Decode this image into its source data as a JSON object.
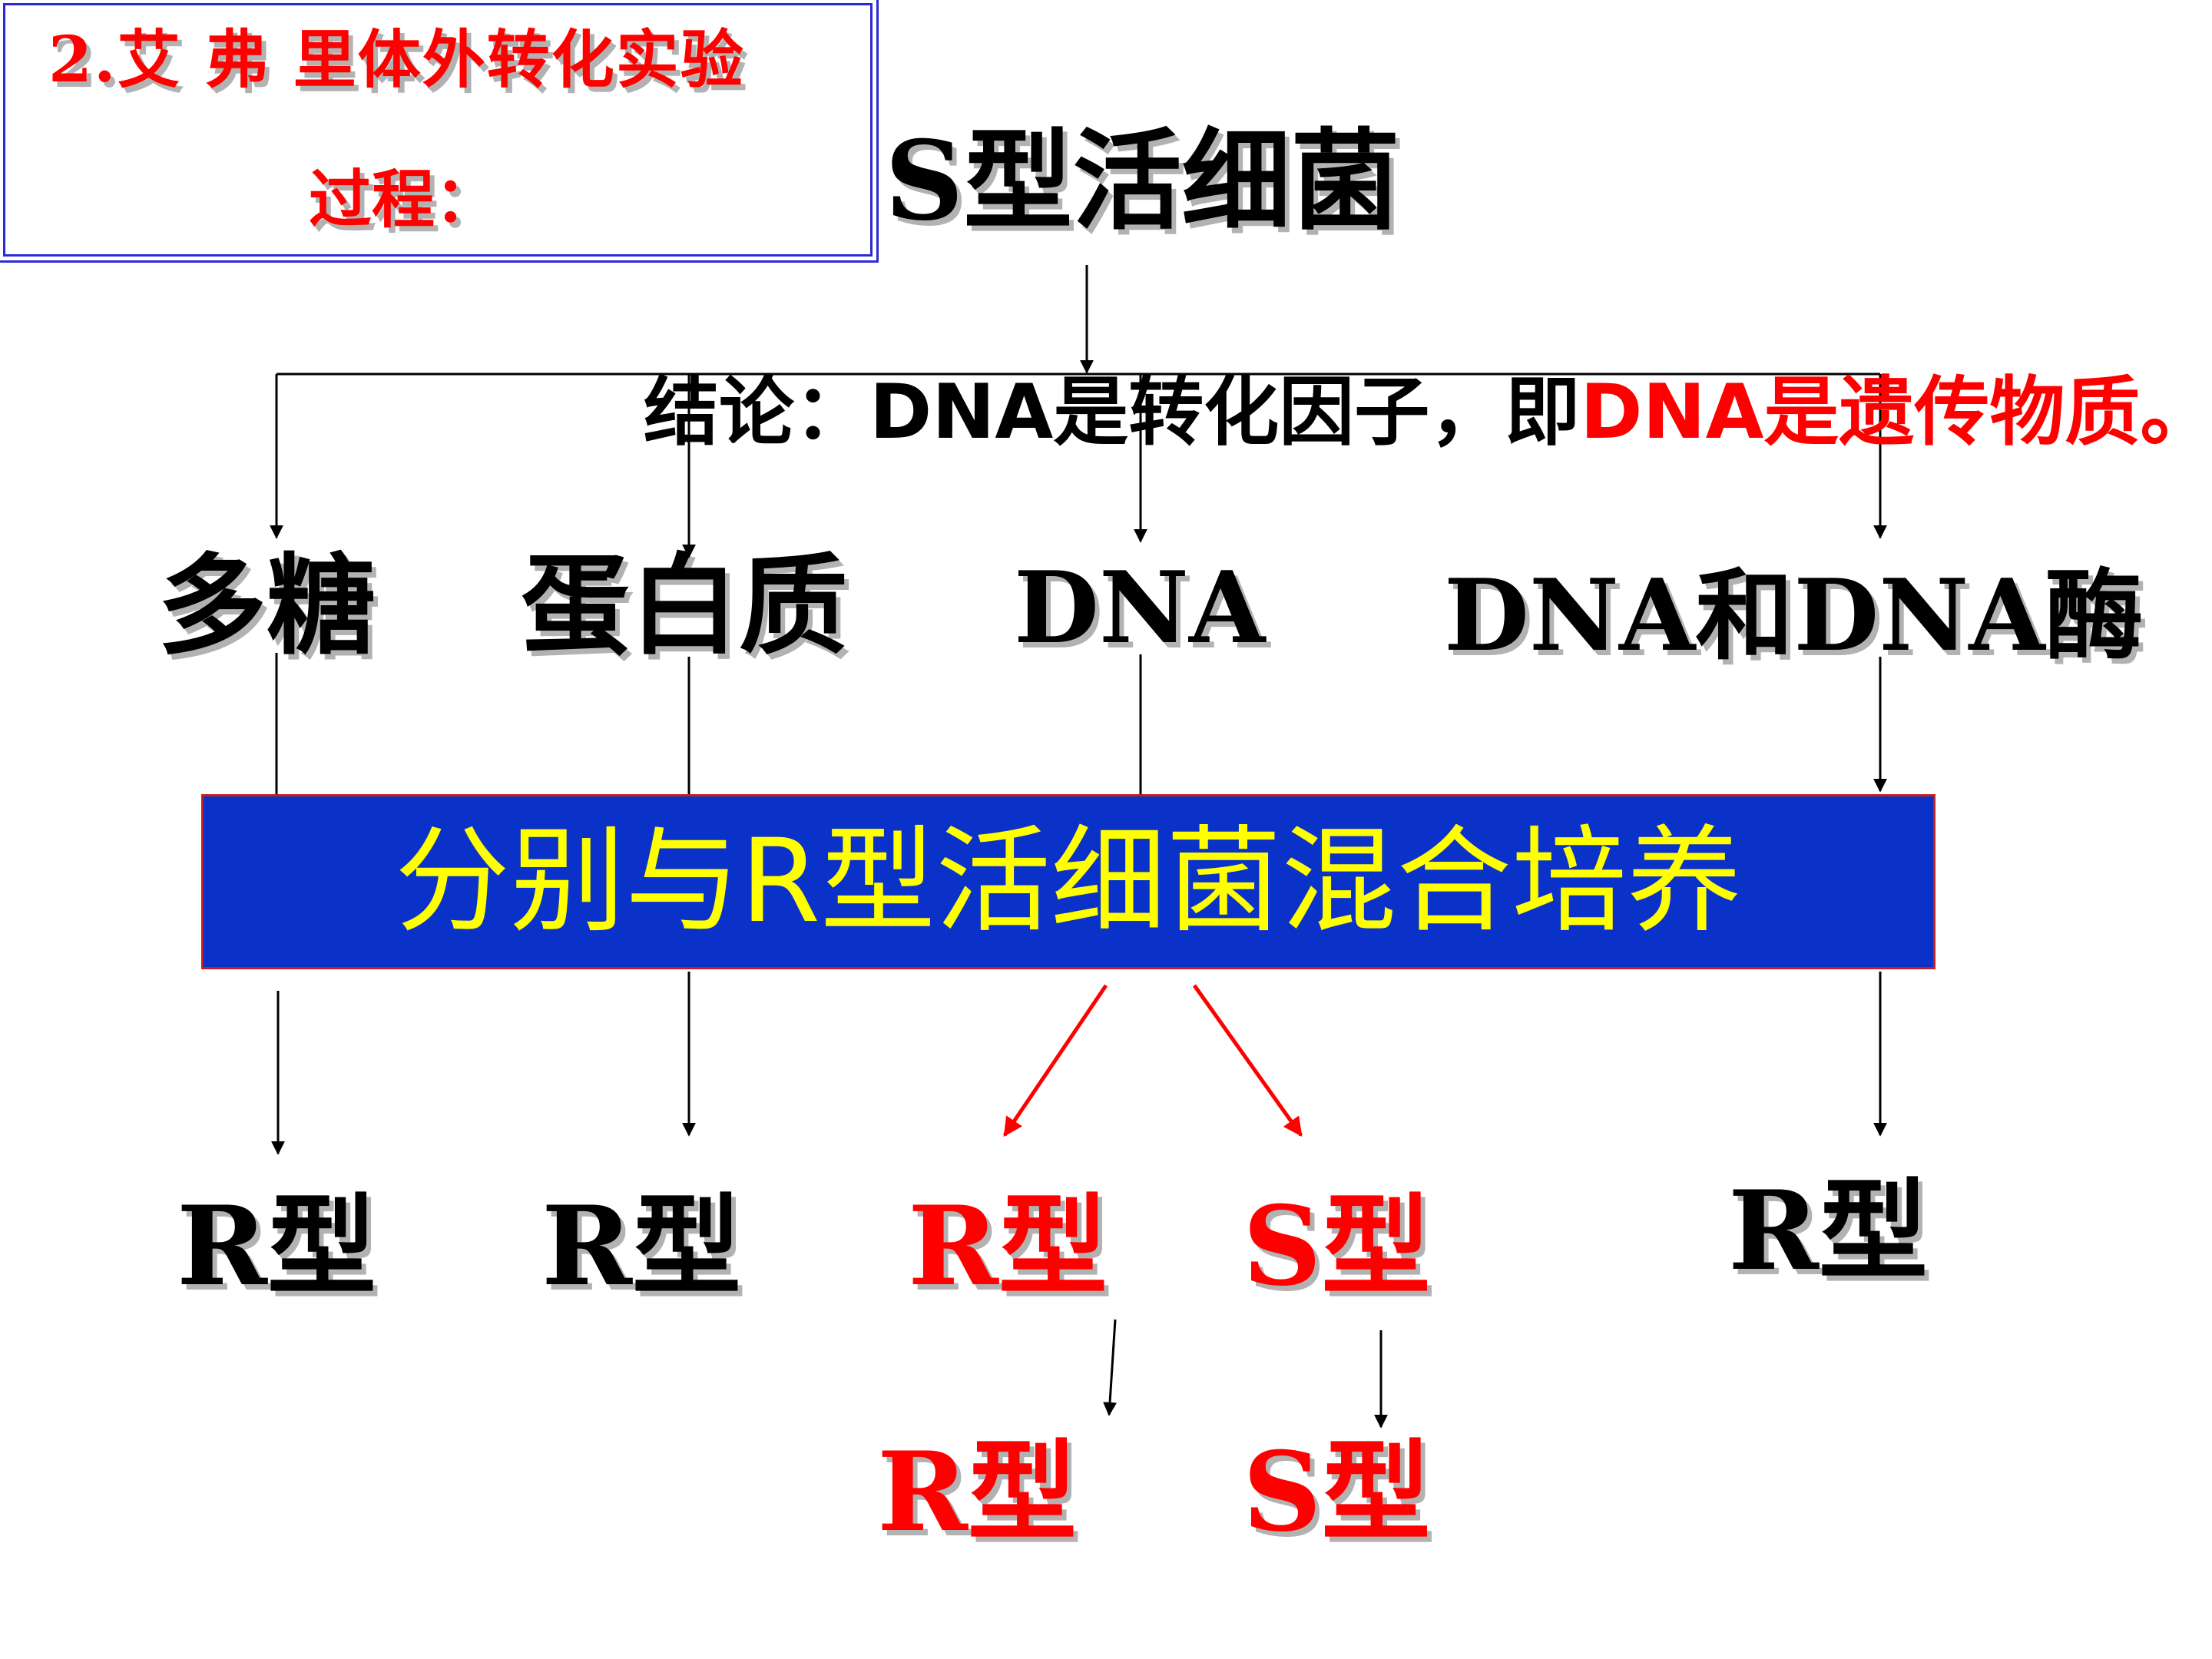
{
  "title": {
    "line1": "2.艾 弗 里体外转化实验",
    "line2": "过程："
  },
  "source": "S型活细菌",
  "conclusion": {
    "prefix": "结论：DNA是转化因子，即",
    "highlight": "DNA是遗传物质。"
  },
  "fractions": {
    "polysaccharide": "多糖",
    "protein": "蛋白质",
    "dna": "DNA",
    "dna_and_dnase": "DNA和DNA酶"
  },
  "mix_step": "分别与R型活细菌混合培养",
  "results": {
    "polysaccharide": "R型",
    "protein": "R型",
    "dna_r": "R型",
    "dna_s": "S型",
    "dnase": "R型"
  },
  "offspring": {
    "r": "R型",
    "s": "S型"
  },
  "colors": {
    "title_text": "#ff0000",
    "title_border": "#2a2ad8",
    "mix_box_fill": "#0a32c8",
    "mix_text": "#ffff00",
    "highlight": "#ff0000",
    "normal": "#000000"
  }
}
